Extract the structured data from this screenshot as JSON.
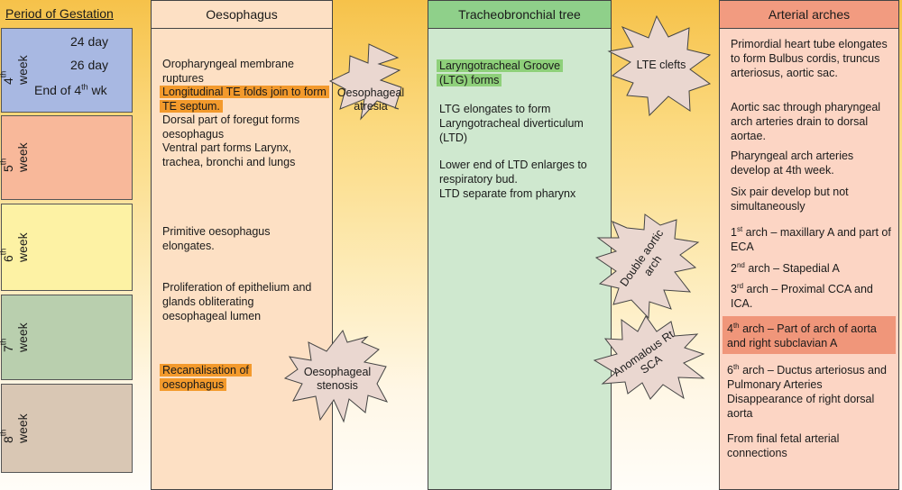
{
  "period_header": "Period of Gestation",
  "weeks": {
    "w4": {
      "num": "4",
      "suffix": "th",
      "word": "week",
      "color": "#a8b8e2"
    },
    "w5": {
      "num": "5",
      "suffix": "th",
      "word": "week",
      "color": "#f8b89a"
    },
    "w6": {
      "num": "6",
      "suffix": "th",
      "word": "week",
      "color": "#fdf2a4"
    },
    "w7": {
      "num": "7",
      "suffix": "th",
      "word": "week",
      "color": "#b9cfae"
    },
    "w8": {
      "num": "8",
      "suffix": "th",
      "word": "week",
      "color": "#d9c7b4"
    }
  },
  "days": {
    "d1": "24 day",
    "d2": "26 day",
    "d3a": "End of 4",
    "d3sup": "th",
    "d3b": " wk"
  },
  "oesophagus": {
    "title": "Oesophagus",
    "color": "#fde0c4",
    "t1": "Oropharyngeal membrane ruptures",
    "t2": "Longitudinal TE folds join to form TE septum.",
    "t3": "Dorsal part of foregut forms oesophagus",
    "t4": "Ventral part forms Larynx, trachea, bronchi and lungs",
    "t5": "Primitive oesophagus elongates.",
    "t6": "Proliferation of epithelium and glands obliterating oesophageal lumen",
    "t7": "Recanalisation of oesophagus"
  },
  "trachea": {
    "title": "Tracheobronchial tree",
    "color": "#cfe8cf",
    "head_color": "#8fd08a",
    "t1": "Laryngotracheal Groove (LTG) forms",
    "t2": "LTG elongates to form Laryngotracheal diverticulum (LTD)",
    "t3": "Lower end of LTD enlarges to respiratory bud.",
    "t4": "LTD separate from pharynx"
  },
  "arches": {
    "title": "Arterial arches",
    "color": "#fcd5c4",
    "head_color": "#f29b80",
    "t1": "Primordial heart tube elongates to form Bulbus cordis, truncus arteriosus, aortic sac.",
    "t2": "Aortic sac through pharyngeal arch arteries drain to dorsal aortae.",
    "t3": "Pharyngeal arch arteries develop at 4th week.",
    "t4": "Six pair develop but not simultaneously",
    "a1n": "1",
    "a1s": "st",
    "a1t": " arch – maxillary A and part of ECA",
    "a2n": "2",
    "a2s": "nd",
    "a2t": " arch – Stapedial A",
    "a3n": "3",
    "a3s": "rd",
    "a3t": " arch – Proximal CCA and ICA.",
    "a4n": "4",
    "a4s": "th",
    "a4t": " arch – Part of arch of aorta and right subclavian A",
    "a6n": "6",
    "a6s": "th",
    "a6t": " arch – Ductus arteriosus and Pulmonary Arteries Disappearance of right dorsal aorta",
    "t5": "From final fetal arterial connections"
  },
  "bursts": {
    "oesophageal_atresia": "Oesophageal atresia",
    "oesophageal_stenosis": "Oesophageal stenosis",
    "lte_clefts": "LTE clefts",
    "double_aortic_arch": "Double aortic arch",
    "anomalous_rt_sca": "Anomalous Rt SCA",
    "fill": "#ead7d0"
  }
}
